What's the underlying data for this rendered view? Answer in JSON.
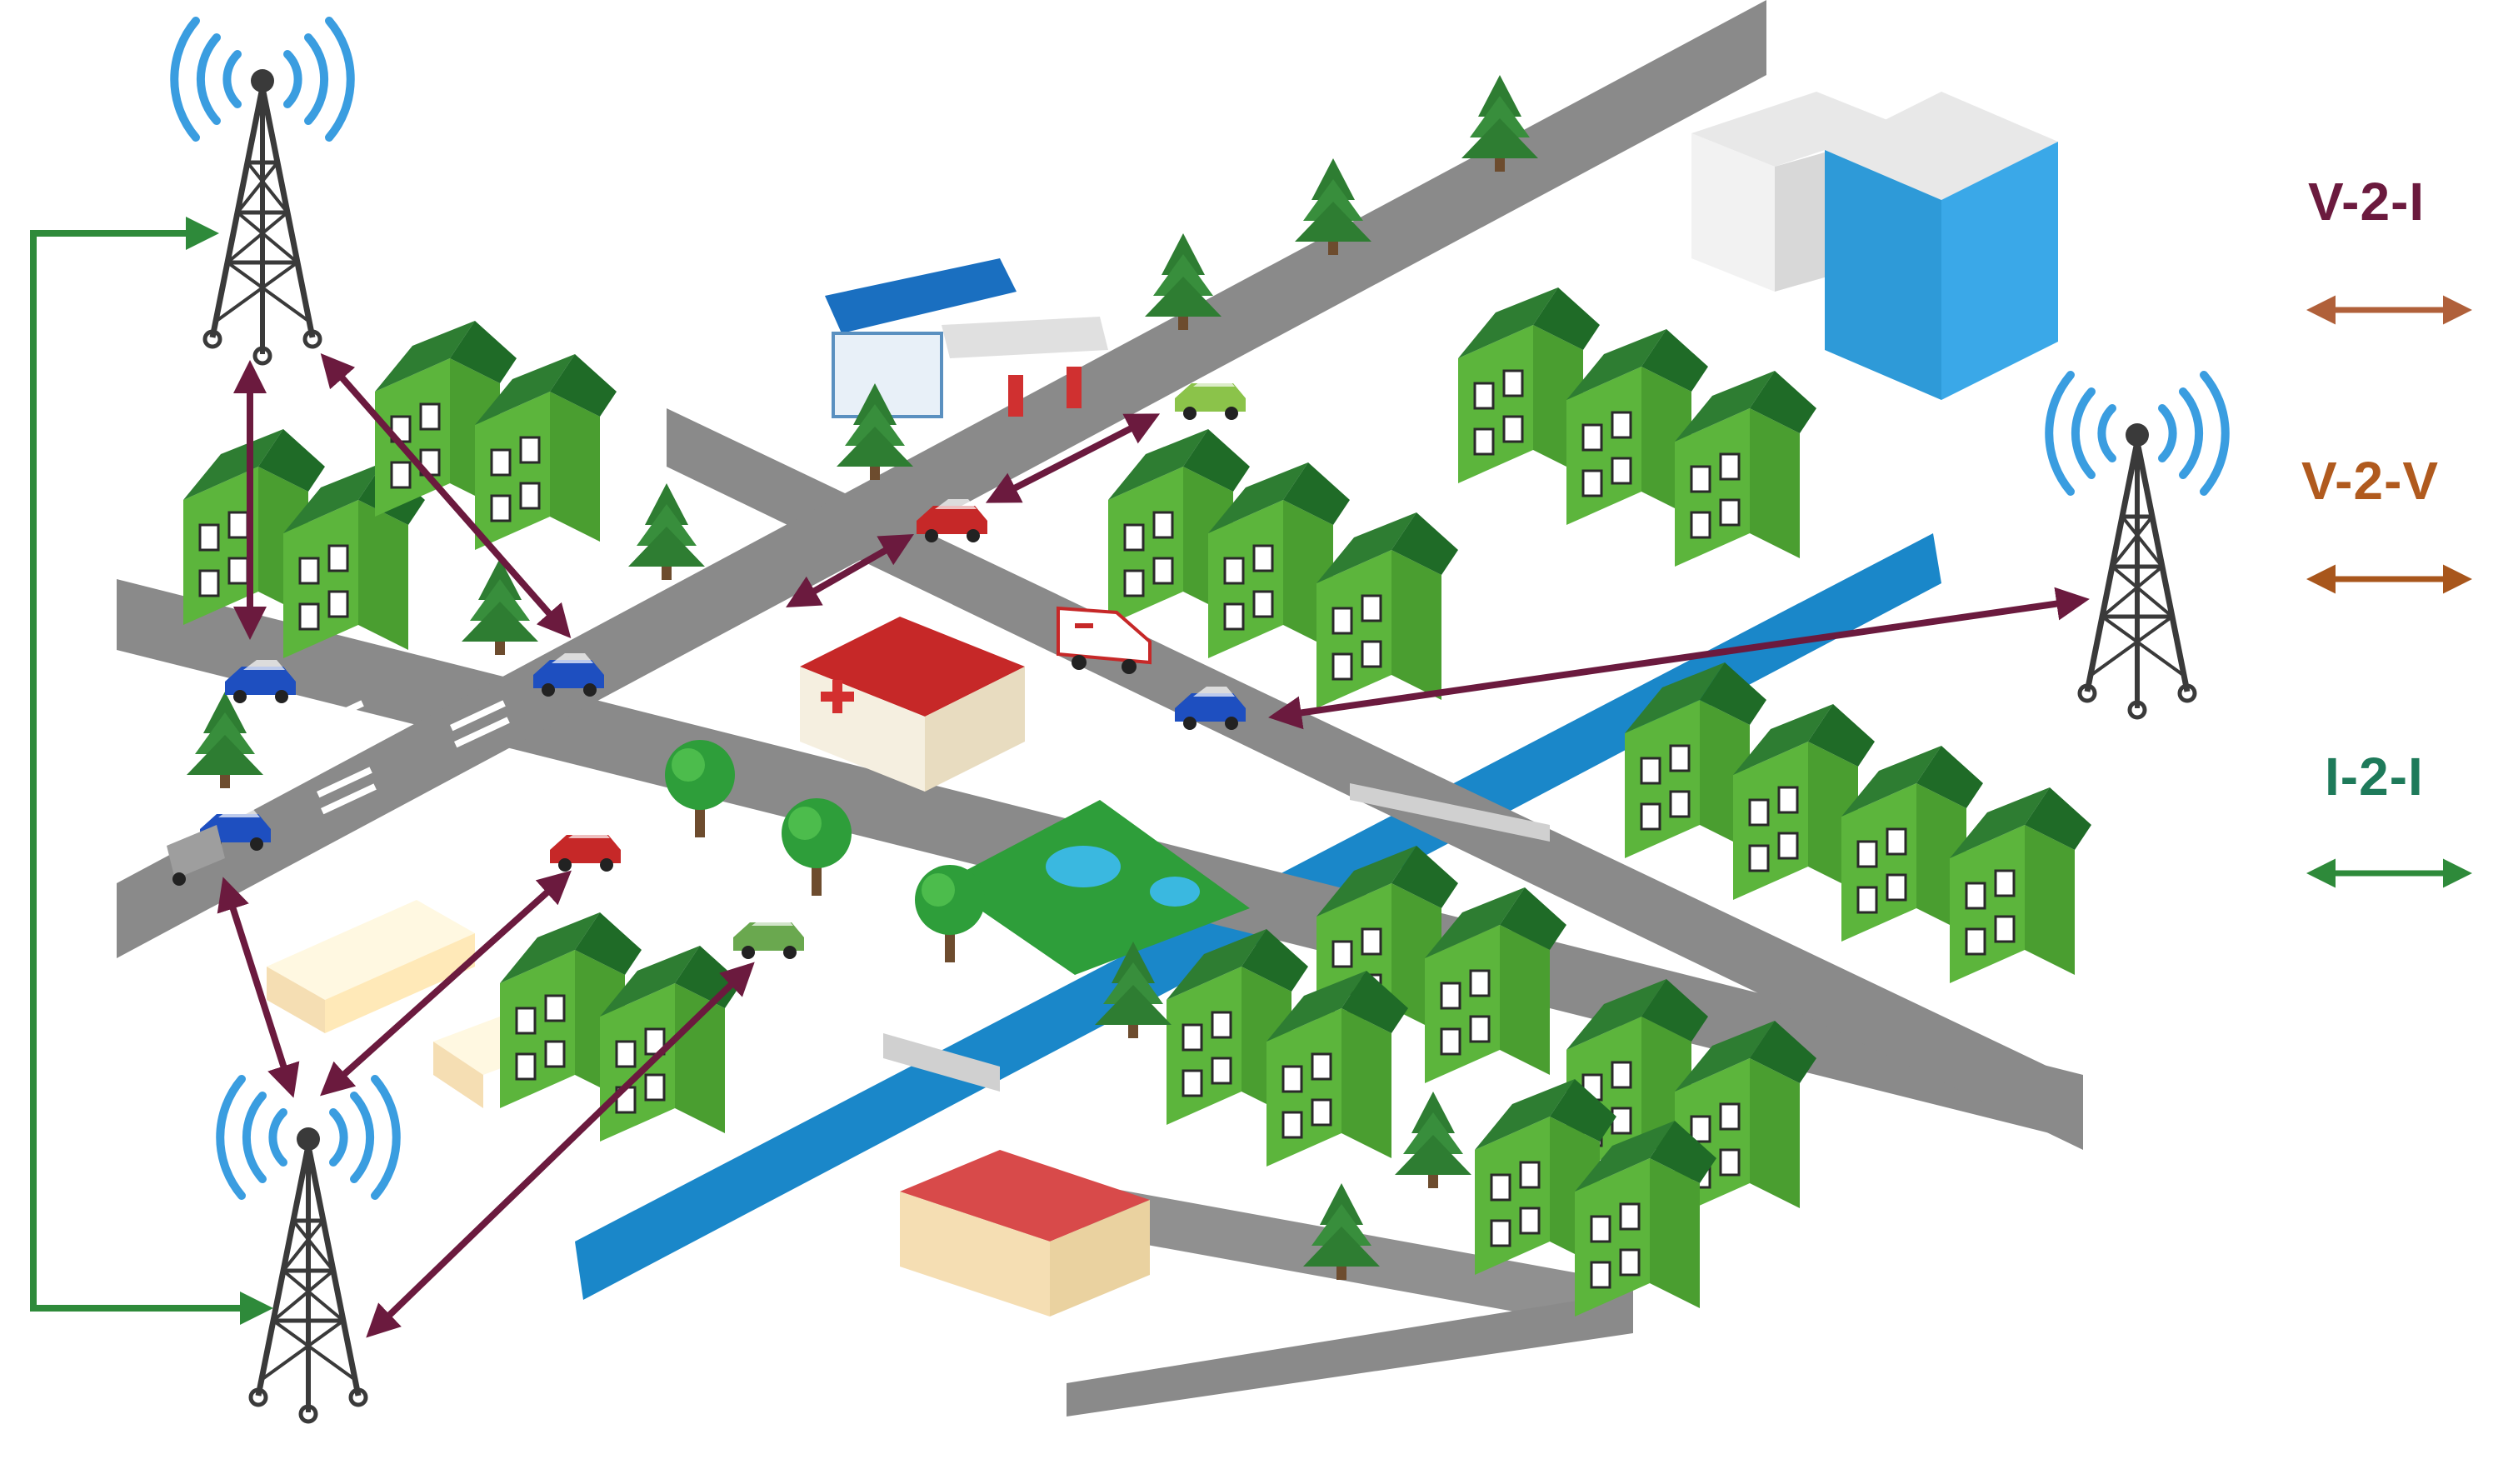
{
  "legend": {
    "v2i": {
      "label": "V-2-I",
      "color": "#6b1a3e",
      "arrow_color": "#b0603a"
    },
    "v2v": {
      "label": "V-2-V",
      "color": "#b05a1e",
      "arrow_color": "#a8561c"
    },
    "i2i": {
      "label": "I-2-I",
      "color": "#1e7a5a",
      "arrow_color": "#2e8a3a"
    }
  },
  "colors": {
    "road": "#8a8a8a",
    "river": "#1a87c9",
    "house_green": "#5cb53c",
    "house_roof": "#2e7d32",
    "tower": "#3a3a3a",
    "wifi": "#3a9de0",
    "v2i_link": "#6b1a3e",
    "i2i_link": "#2e8a3a"
  },
  "icons": [
    "cell-tower-icon",
    "wifi-signal-icon",
    "car-icon",
    "ambulance-icon",
    "hospital-icon",
    "gas-station-icon",
    "office-building-icon",
    "house-icon",
    "tree-icon",
    "river",
    "bridge",
    "park-pond"
  ]
}
